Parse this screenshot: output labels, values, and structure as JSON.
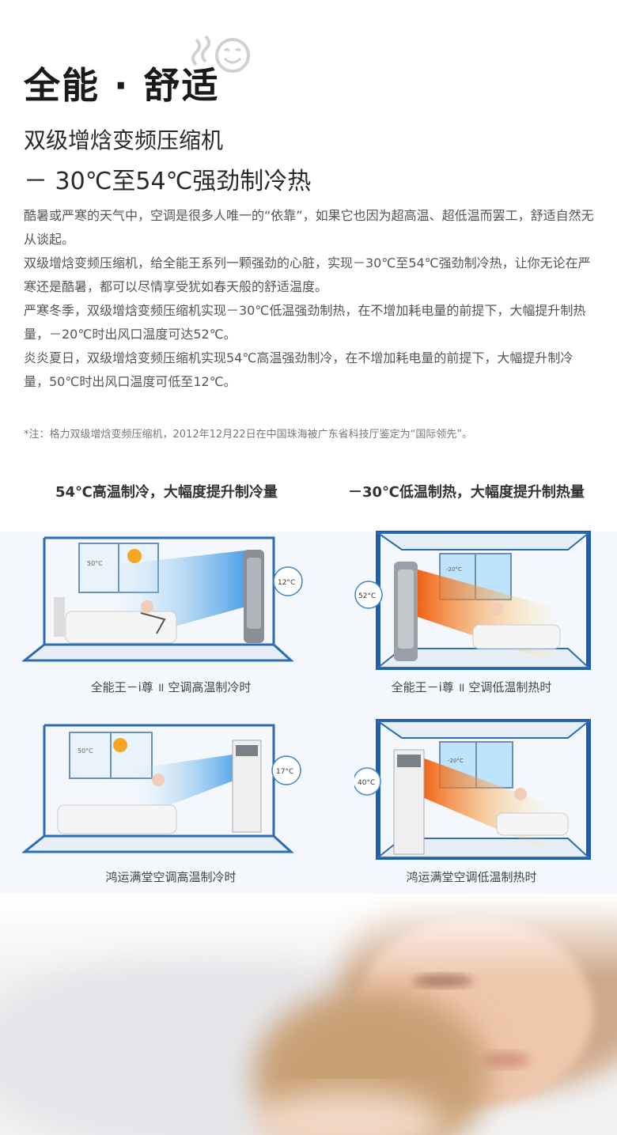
{
  "header": {
    "title": "全能 · 舒适",
    "subtitle_line1": "双级增焓变频压缩机",
    "subtitle_line2": "－ 30℃至54℃强劲制冷热"
  },
  "body": {
    "paragraphs": [
      "酷暑或严寒的天气中，空调是很多人唯一的“依靠”，如果它也因为超高温、超低温而罢工，舒适自然无从谈起。",
      "双级增焓变频压缩机，给全能王系列一颗强劲的心脏，实现－30℃至54℃强劲制冷热，让你无论在严寒还是酷暑，都可以尽情享受犹如春天般的舒适温度。",
      "严寒冬季，双级增焓变频压缩机实现－30℃低温强劲制热，在不增加耗电量的前提下，大幅提升制热量，－20℃时出风口温度可达52℃。",
      "炎炎夏日，双级增焓变频压缩机实现54℃高温强劲制冷，在不增加耗电量的前提下，大幅提升制冷量，50℃时出风口温度可低至12℃。"
    ],
    "note": "*注：格力双级增焓变频压缩机，2012年12月22日在中国珠海被广东省科技厅鉴定为“国际领先”。"
  },
  "features": {
    "cooling_heading": "54℃高温制冷，大幅度提升制冷量",
    "heating_heading": "－30℃低温制热，大幅度提升制热量"
  },
  "illustrations": [
    {
      "caption": "全能王－i尊 ॥ 空调高温制冷时",
      "outdoor_temp": "50°C",
      "outlet_temp": "12°C"
    },
    {
      "caption": "全能王－i尊 ॥ 空调低温制热时",
      "outdoor_temp": "-20°C",
      "outlet_temp": "52°C"
    },
    {
      "caption": "鸿运满堂空调高温制冷时",
      "outdoor_temp": "50°C",
      "outlet_temp": "17°C"
    },
    {
      "caption": "鸿运满堂空调低温制热时",
      "outdoor_temp": "-20°C",
      "outlet_temp": "40°C"
    }
  ],
  "colors": {
    "room_line": "#2a6db5",
    "cool_air": "#4aa8e8",
    "warm_air": "#f07a1e",
    "skin": "#f1cdb8"
  }
}
